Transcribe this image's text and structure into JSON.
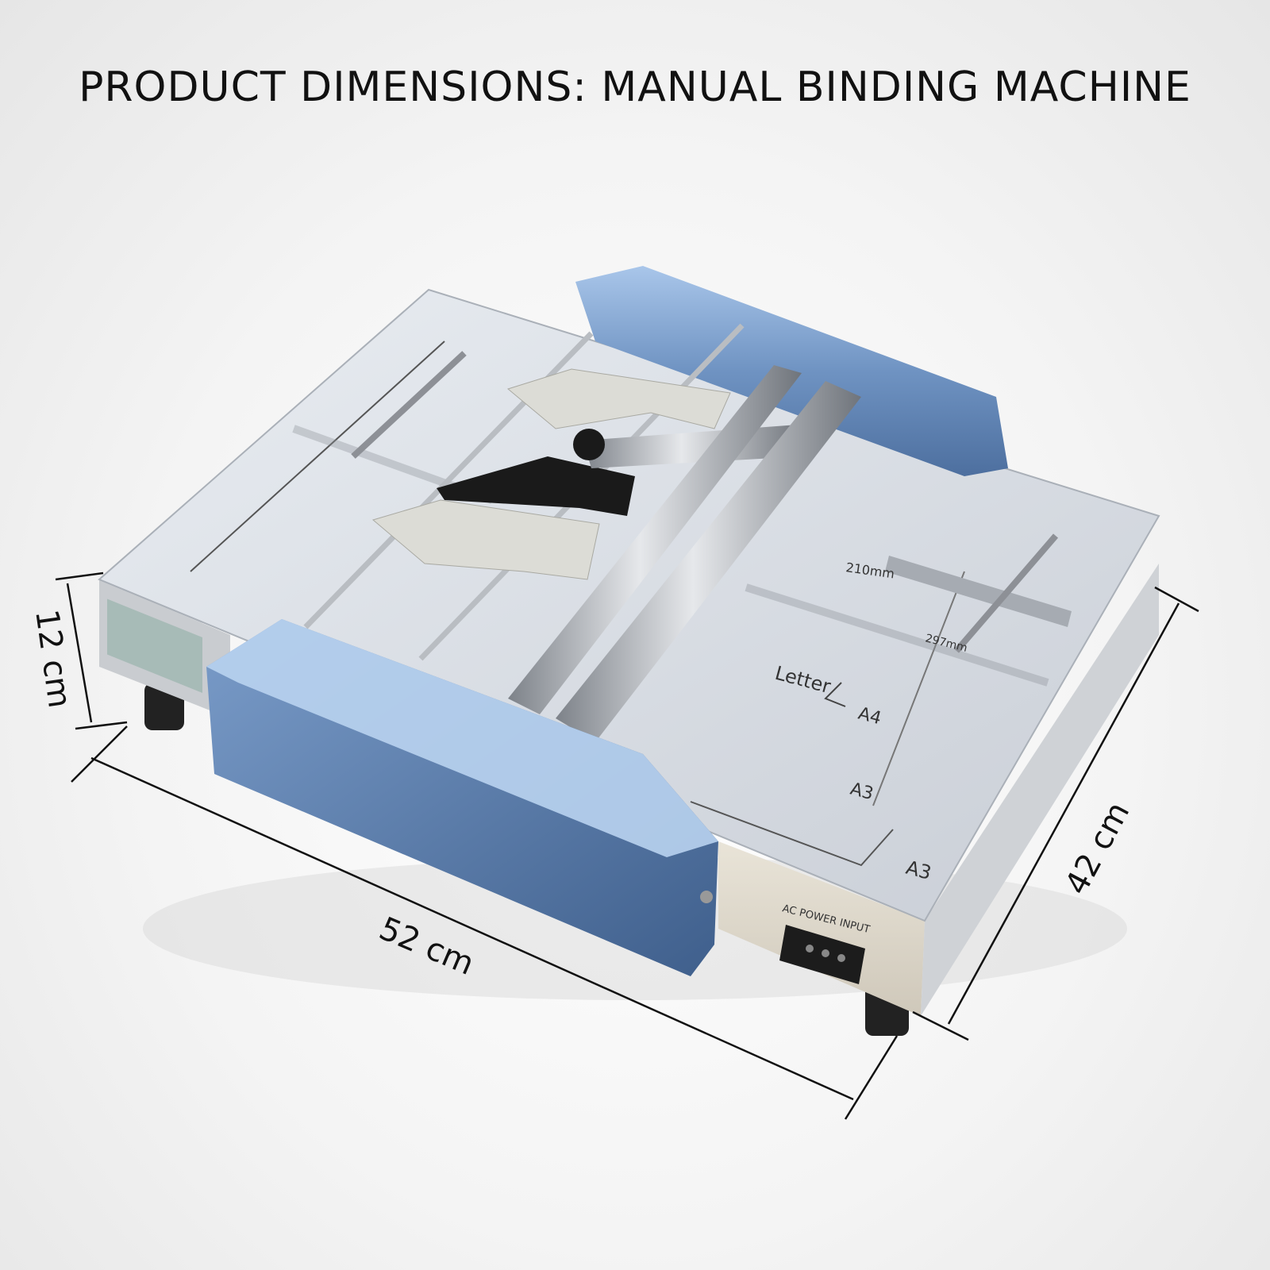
{
  "title": "PRODUCT DIMENSIONS: MANUAL BINDING MACHINE",
  "dimensions": {
    "height": "12 cm",
    "width": "52 cm",
    "depth": "42 cm"
  },
  "plate_labels": {
    "letter": "Letter",
    "a4": "A4",
    "a3_inner": "A3",
    "a3_outer": "A3",
    "a4_size": "210mm",
    "size_297": "297mm",
    "power": "AC POWER INPUT"
  },
  "colors": {
    "blue_side": "#5a7fb0",
    "blue_light": "#9dbce3",
    "plate": "#d8dde3",
    "roller": "#a9adb3",
    "handle": "#1a1a1a",
    "dimension_line": "#111111"
  }
}
